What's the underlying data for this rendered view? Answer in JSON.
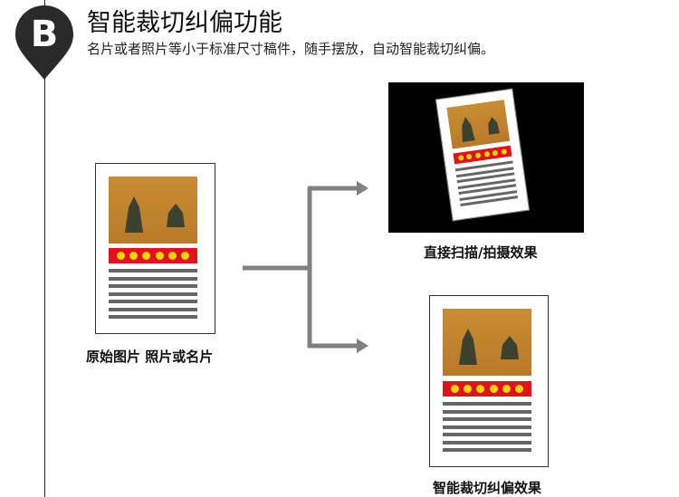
{
  "badge": {
    "letter": "B"
  },
  "header": {
    "title": "智能裁切纠偏功能",
    "subtitle": "名片或者照片等小于标准尺寸稿件，随手摆放，自动智能裁切纠偏。"
  },
  "original": {
    "caption": "原始图片 照片或名片"
  },
  "scan_result": {
    "caption": "直接扫描/拍摄效果"
  },
  "corrected_result": {
    "caption": "智能裁切纠偏效果"
  },
  "colors": {
    "photo_bg": "#c08530",
    "strip": "#e0121b",
    "dots": "#ffd400",
    "text_lines": "#666666",
    "arrow": "#808080"
  }
}
